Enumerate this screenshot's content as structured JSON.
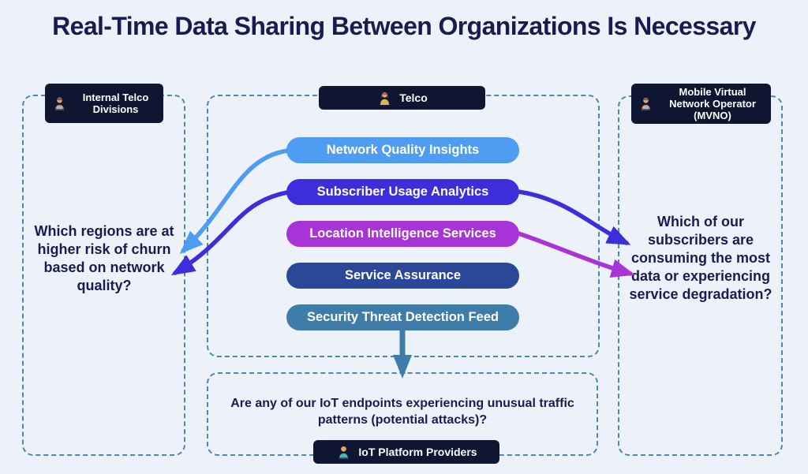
{
  "title": "Real-Time Data Sharing Between Organizations Is Necessary",
  "left_group": {
    "label": "Internal Telco Divisions",
    "icon": "person-at-laptop-icon",
    "question": "Which regions are at higher risk of churn based on network quality?"
  },
  "center_group": {
    "label": "Telco",
    "icon": "person-at-laptop-icon",
    "pills": [
      {
        "label": "Network Quality Insights",
        "color": "#4F9CF3"
      },
      {
        "label": "Subscriber Usage Analytics",
        "color": "#3C2EDB"
      },
      {
        "label": "Location Intelligence Services",
        "color": "#A834D8"
      },
      {
        "label": "Service Assurance",
        "color": "#2B4898"
      },
      {
        "label": "Security Threat Detection Feed",
        "color": "#3E7CA9"
      }
    ]
  },
  "right_group": {
    "label": "Mobile Virtual Network Operator (MVNO)",
    "icon": "person-at-laptop-icon",
    "question": "Which of our subscribers are consuming the most data or experiencing service degradation?"
  },
  "bottom_group": {
    "label": "IoT Platform Providers",
    "icon": "person-at-laptop-icon",
    "question": "Are any of our IoT endpoints experiencing unusual traffic patterns (potential attacks)?"
  },
  "arrows": [
    {
      "name": "network-quality-to-internal-divisions",
      "color": "#4F9CF3"
    },
    {
      "name": "subscriber-usage-to-internal-divisions",
      "color": "#3C2EDB"
    },
    {
      "name": "subscriber-usage-to-mvno",
      "color": "#3C2EDB"
    },
    {
      "name": "location-intelligence-to-mvno",
      "color": "#A834D8"
    },
    {
      "name": "security-threat-to-iot-providers",
      "color": "#3E7CA9"
    }
  ],
  "colors": {
    "background": "#EDF1FA",
    "heading_text": "#181C4E",
    "header_bg": "#0F1631",
    "dash_border": "#4C86B4",
    "pill_text": "#FFFFFF"
  }
}
